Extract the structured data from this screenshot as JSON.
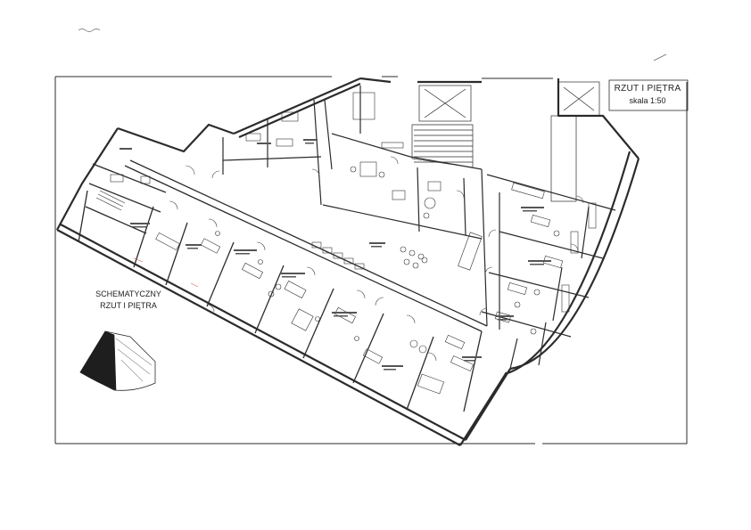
{
  "header": {
    "title": "RZUT I PIĘTRA",
    "scale": "skala 1:50"
  },
  "schematic": {
    "line1": "SCHEMATYCZNY",
    "line2": "RZUT I PIĘTRA"
  },
  "colors": {
    "line": "#2b2b2b",
    "fill_dark": "#1e1e1e",
    "paper": "#ffffff"
  }
}
